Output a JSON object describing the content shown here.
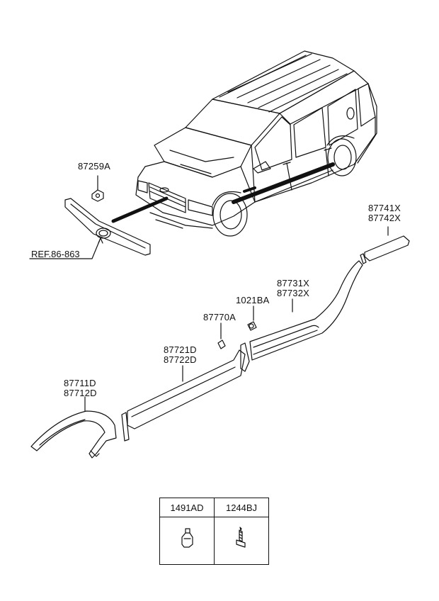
{
  "parts": {
    "p87259A": "87259A",
    "ref": "REF.86-863",
    "p87741X": "87741X",
    "p87742X": "87742X",
    "p87731X": "87731X",
    "p87732X": "87732X",
    "p1021BA": "1021BA",
    "p87770A": "87770A",
    "p87721D": "87721D",
    "p87722D": "87722D",
    "p87711D": "87711D",
    "p87712D": "87712D"
  },
  "fastener_table": {
    "col1": "1491AD",
    "col2": "1244BJ"
  }
}
